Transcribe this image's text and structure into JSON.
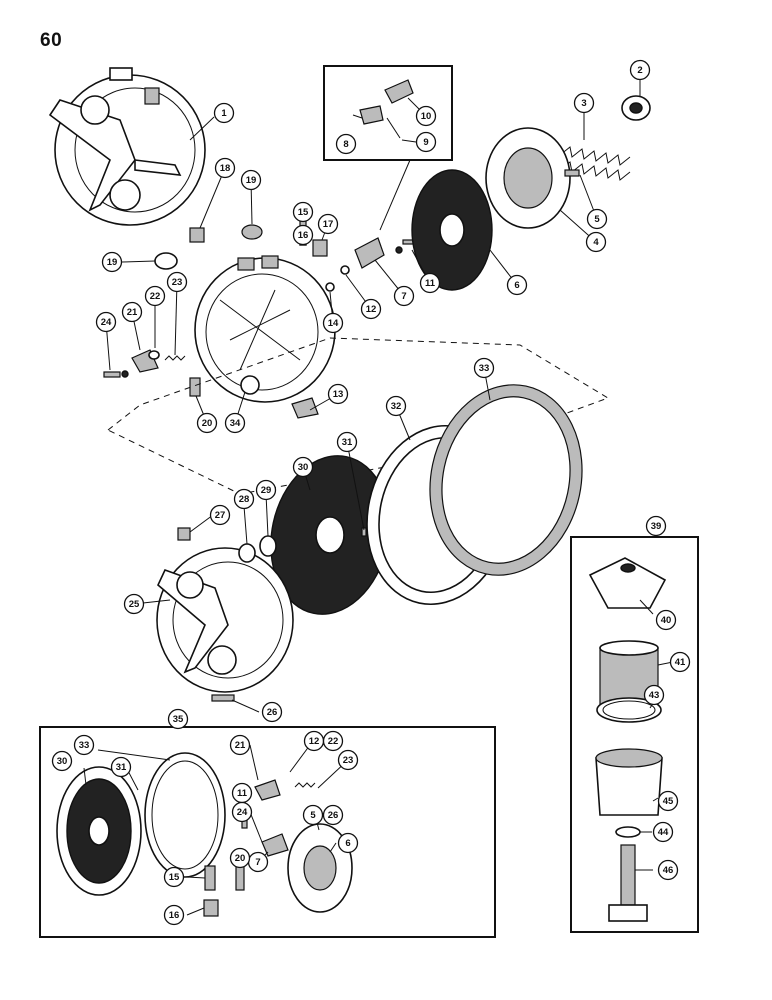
{
  "page": {
    "number": "60"
  },
  "callouts": [
    {
      "id": "c1",
      "label": "1"
    },
    {
      "id": "c2",
      "label": "2"
    },
    {
      "id": "c3",
      "label": "3"
    },
    {
      "id": "c4",
      "label": "4"
    },
    {
      "id": "c5",
      "label": "5"
    },
    {
      "id": "c6",
      "label": "6"
    },
    {
      "id": "c7",
      "label": "7"
    },
    {
      "id": "c8",
      "label": "8"
    },
    {
      "id": "c9",
      "label": "9"
    },
    {
      "id": "c10",
      "label": "10"
    },
    {
      "id": "c11",
      "label": "11"
    },
    {
      "id": "c12",
      "label": "12"
    },
    {
      "id": "c13",
      "label": "13"
    },
    {
      "id": "c14",
      "label": "14"
    },
    {
      "id": "c15",
      "label": "15"
    },
    {
      "id": "c16",
      "label": "16"
    },
    {
      "id": "c17",
      "label": "17"
    },
    {
      "id": "c18",
      "label": "18"
    },
    {
      "id": "c19a",
      "label": "19"
    },
    {
      "id": "c19b",
      "label": "19"
    },
    {
      "id": "c20",
      "label": "20"
    },
    {
      "id": "c21",
      "label": "21"
    },
    {
      "id": "c22",
      "label": "22"
    },
    {
      "id": "c23",
      "label": "23"
    },
    {
      "id": "c24",
      "label": "24"
    },
    {
      "id": "c25",
      "label": "25"
    },
    {
      "id": "c26",
      "label": "26"
    },
    {
      "id": "c27",
      "label": "27"
    },
    {
      "id": "c28",
      "label": "28"
    },
    {
      "id": "c29",
      "label": "29"
    },
    {
      "id": "c30",
      "label": "30"
    },
    {
      "id": "c31",
      "label": "31"
    },
    {
      "id": "c32",
      "label": "32"
    },
    {
      "id": "c33",
      "label": "33"
    },
    {
      "id": "c34",
      "label": "34"
    },
    {
      "id": "k35",
      "label": "35"
    },
    {
      "id": "k30",
      "label": "30"
    },
    {
      "id": "k31",
      "label": "31"
    },
    {
      "id": "k33",
      "label": "33"
    },
    {
      "id": "k21",
      "label": "21"
    },
    {
      "id": "k12",
      "label": "12"
    },
    {
      "id": "k22",
      "label": "22"
    },
    {
      "id": "k23",
      "label": "23"
    },
    {
      "id": "k11",
      "label": "11"
    },
    {
      "id": "k24",
      "label": "24"
    },
    {
      "id": "k5",
      "label": "5"
    },
    {
      "id": "k26",
      "label": "26"
    },
    {
      "id": "k7",
      "label": "7"
    },
    {
      "id": "k6",
      "label": "6"
    },
    {
      "id": "k15",
      "label": "15"
    },
    {
      "id": "k16",
      "label": "16"
    },
    {
      "id": "k20",
      "label": "20"
    },
    {
      "id": "f39",
      "label": "39"
    },
    {
      "id": "f40",
      "label": "40"
    },
    {
      "id": "f41",
      "label": "41"
    },
    {
      "id": "f43",
      "label": "43"
    },
    {
      "id": "f45",
      "label": "45"
    },
    {
      "id": "f44",
      "label": "44"
    },
    {
      "id": "f46",
      "label": "46"
    }
  ]
}
